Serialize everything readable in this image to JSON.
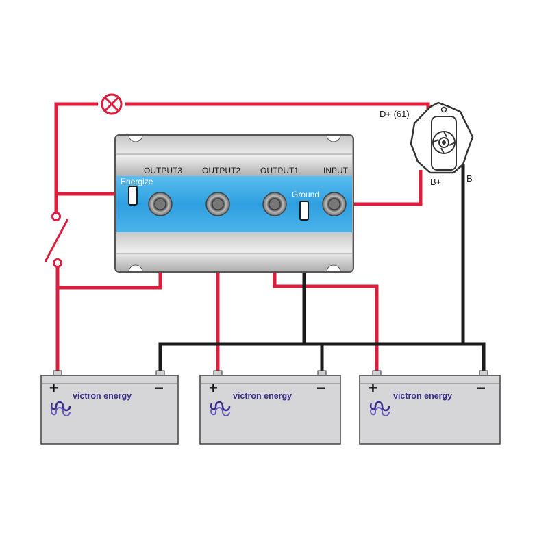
{
  "labels": {
    "output3": "OUTPUT3",
    "output2": "OUTPUT2",
    "output1": "OUTPUT1",
    "input": "INPUT",
    "energize": "Energize",
    "ground": "Ground",
    "d_plus": "D+ (61)",
    "b_plus": "B+",
    "b_minus": "B-"
  },
  "batteries": [
    {
      "brand": "victron energy",
      "plus": "+",
      "minus": "−"
    },
    {
      "brand": "victron energy",
      "plus": "+",
      "minus": "−"
    },
    {
      "brand": "victron energy",
      "plus": "+",
      "minus": "−"
    }
  ],
  "colors": {
    "positive_wire": "#dc1e3c",
    "negative_wire": "#1a1a1a",
    "isolator_band": "#3aa8e6",
    "isolator_body": "#bdbdbd",
    "battery_body": "#d6d6d8",
    "brand": "#3b2f8f"
  }
}
